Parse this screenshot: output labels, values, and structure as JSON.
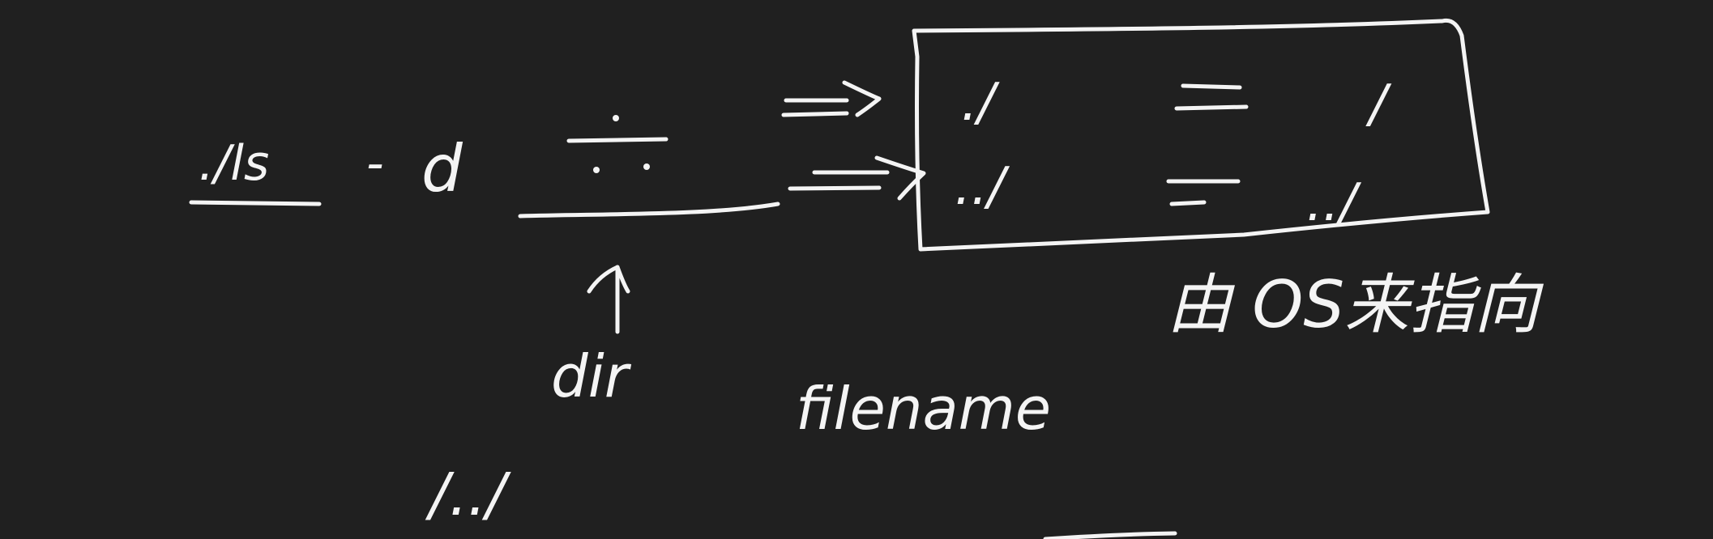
{
  "ink_color": "#f4f4f4",
  "background_color": "#202020",
  "texts": {
    "path_left": "./ls",
    "minus": "-",
    "flag": "d",
    "colon": ":",
    "annotation_dir": "dir",
    "annotation_filename": "filename",
    "box_line1_left": "./",
    "box_line1_right": "/",
    "box_line2_left": "../",
    "box_line2_right": "../",
    "bottom_path": "/../",
    "chinese_note": "由 OS来指向"
  }
}
